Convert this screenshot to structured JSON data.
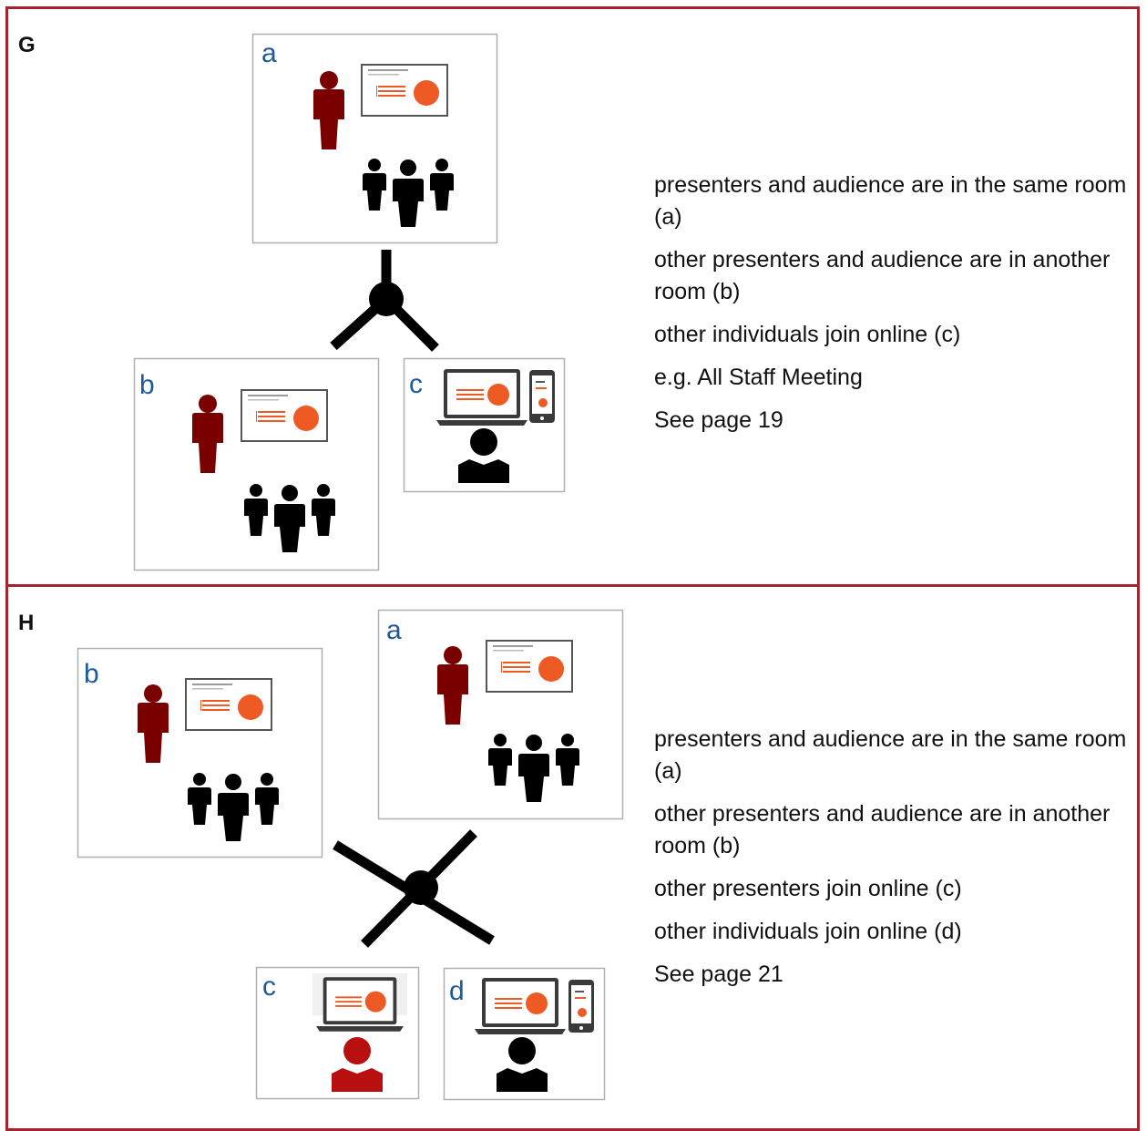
{
  "colors": {
    "frame": "#a3232e",
    "presenter": "#7a0000",
    "audience": "#000000",
    "label": "#1f5a96",
    "accent": "#ee5a24",
    "box_border": "#b0b0b0"
  },
  "panels": {
    "g": {
      "letter": "G",
      "room_labels": [
        "a",
        "b",
        "c"
      ],
      "lines": [
        "presenters and audience are in the same room (a)",
        "other presenters and audience are in another room (b)",
        "other individuals join online (c)",
        "e.g. All Staff Meeting",
        "See page 19"
      ]
    },
    "h": {
      "letter": "H",
      "room_labels": [
        "a",
        "b",
        "c",
        "d"
      ],
      "lines": [
        "presenters and audience are in the same room (a)",
        "other presenters and audience are in another room (b)",
        "other presenters join online (c)",
        "other individuals join online (d)",
        "See page 21"
      ]
    }
  }
}
